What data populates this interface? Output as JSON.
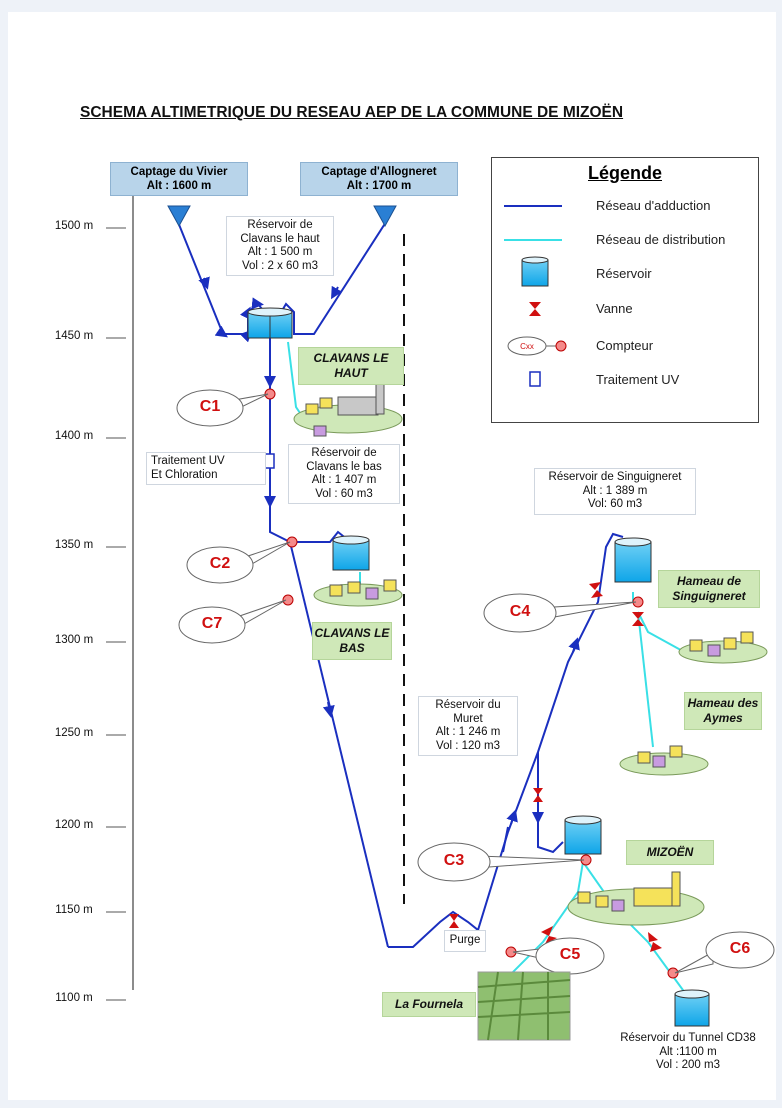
{
  "title": "SCHEMA ALTIMETRIQUE DU RESEAU AEP DE LA COMMUNE DE MIZOËN",
  "altitude_scale": [
    "1500 m",
    "1450 m",
    "1400 m",
    "1350 m",
    "1300 m",
    "1250 m",
    "1200 m",
    "1150 m",
    "1100 m"
  ],
  "captages": [
    {
      "name": "Captage du Vivier",
      "alt": "Alt : 1600 m"
    },
    {
      "name": "Captage d'Allogneret",
      "alt": "Alt : 1700 m"
    }
  ],
  "reservoirs": {
    "clavans_haut": [
      "Réservoir de",
      "Clavans le haut",
      "Alt : 1 500 m",
      "Vol : 2 x 60 m3"
    ],
    "clavans_bas": [
      "Réservoir de",
      "Clavans le bas",
      "Alt : 1 407 m",
      "Vol : 60 m3"
    ],
    "singuigneret": [
      "Réservoir de Singuigneret",
      "Alt : 1 389 m",
      "Vol: 60 m3"
    ],
    "muret": [
      "Réservoir du",
      "Muret",
      "Alt : 1 246 m",
      "Vol : 120 m3"
    ],
    "tunnel": [
      "Réservoir du Tunnel CD38",
      "Alt :1100 m",
      "Vol : 200 m3"
    ]
  },
  "traitement": [
    "Traitement UV",
    "Et Chloration"
  ],
  "villages": {
    "clavans_haut": "CLAVANS LE HAUT",
    "clavans_bas": "CLAVANS LE BAS",
    "singuigneret": "Hameau de Singuigneret",
    "aymes": "Hameau des Aymes",
    "mizoen": "MIZOËN",
    "fournela": "La Fournela"
  },
  "purge": "Purge",
  "compteurs": [
    "C1",
    "C2",
    "C7",
    "C3",
    "C4",
    "C5",
    "C6"
  ],
  "legend": {
    "title": "Légende",
    "items": [
      {
        "label": "Réseau d'adduction",
        "icon": "adduction-line",
        "color": "#1a2fbf"
      },
      {
        "label": "Réseau de distribution",
        "icon": "distribution-line",
        "color": "#39e0e6"
      },
      {
        "label": "Réservoir",
        "icon": "reservoir-icon"
      },
      {
        "label": "Vanne",
        "icon": "valve-icon"
      },
      {
        "label": "Compteur",
        "icon": "meter-icon",
        "sample": "Cxx"
      },
      {
        "label": "Traitement UV",
        "icon": "uv-treatment-icon"
      }
    ]
  },
  "colors": {
    "adduction": "#1a2fbf",
    "distribution": "#39e0e6",
    "meter": "#d01010",
    "village_green": "#cfe8b8"
  }
}
